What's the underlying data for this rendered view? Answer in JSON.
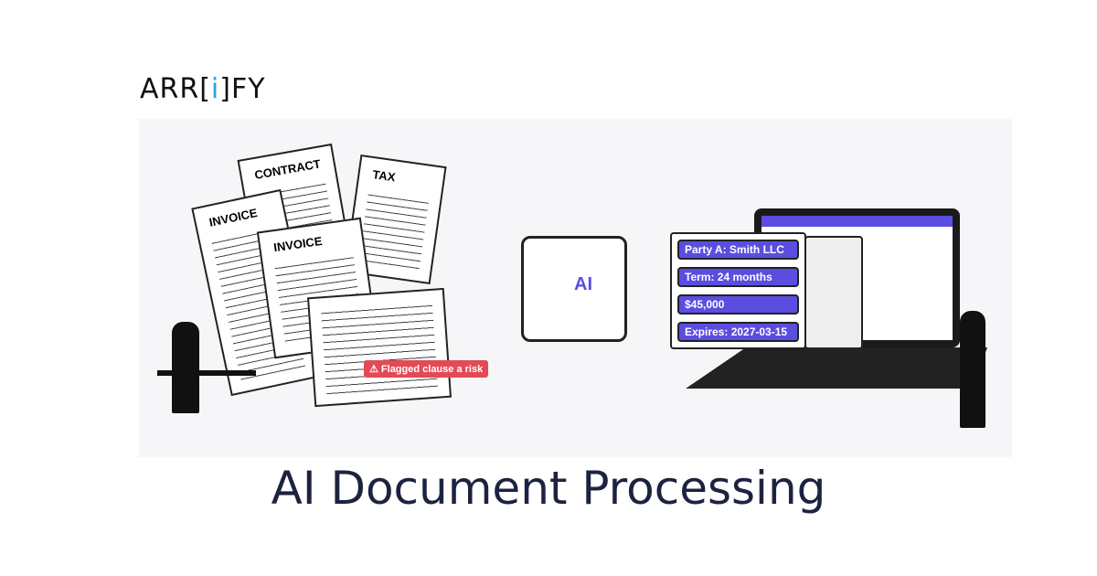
{
  "brand": {
    "logo_pre": "ARR[",
    "logo_i": "i",
    "logo_post": "]FY"
  },
  "illustration": {
    "docs": [
      "CONTRACT",
      "TAX",
      "INVOICE",
      "INVOICE"
    ],
    "flag": "⚠ Flagged clause a risk",
    "chip_label": "AI",
    "extracted_fields": [
      "Party A: Smith LLC",
      "Term: 24 months",
      "$45,000",
      "Expires: 2027-03-15"
    ],
    "accent": "#5b4de0"
  },
  "title": "AI Document Processing"
}
